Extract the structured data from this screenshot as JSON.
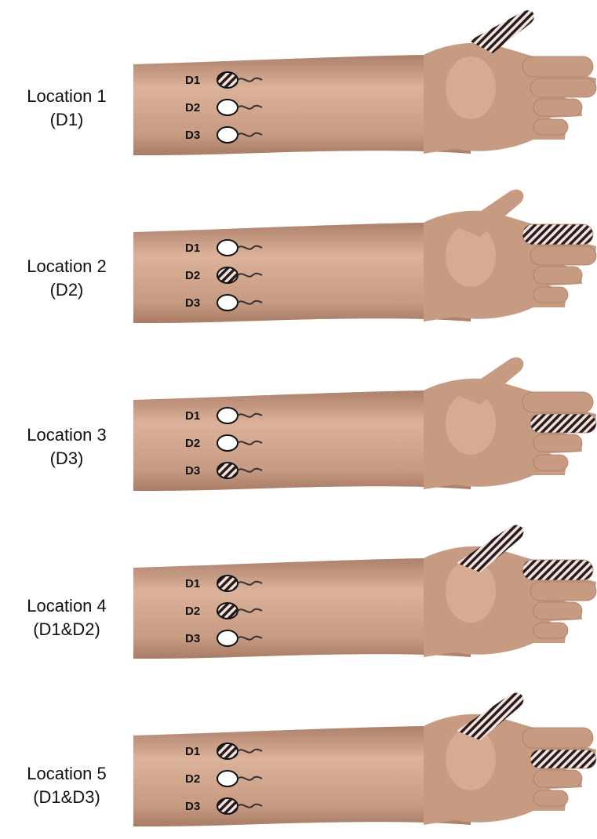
{
  "locations": [
    {
      "title": "Location 1",
      "sub": "(D1)",
      "active": [
        "D1"
      ],
      "mode": "up",
      "fingers": [
        "thumb"
      ]
    },
    {
      "title": "Location 2",
      "sub": "(D2)",
      "active": [
        "D2"
      ],
      "mode": "open",
      "fingers": [
        "index"
      ]
    },
    {
      "title": "Location 3",
      "sub": "(D3)",
      "active": [
        "D3"
      ],
      "mode": "open",
      "fingers": [
        "middle"
      ]
    },
    {
      "title": "Location 4",
      "sub": "(D1&D2)",
      "active": [
        "D1",
        "D2"
      ],
      "mode": "open",
      "fingers": [
        "thumb",
        "index"
      ]
    },
    {
      "title": "Location 5",
      "sub": "(D1&D3)",
      "active": [
        "D1",
        "D3"
      ],
      "mode": "open",
      "fingers": [
        "thumb",
        "middle"
      ]
    }
  ],
  "electrode_labels": [
    "D1",
    "D2",
    "D3"
  ],
  "colors": {
    "skin": "#c79a82",
    "skin_light": "#dcb29b",
    "skin_dark": "#a97c66",
    "stripe_dark": "#2a1a1a",
    "stripe_light": "#efe3e0",
    "wire": "#333333"
  }
}
